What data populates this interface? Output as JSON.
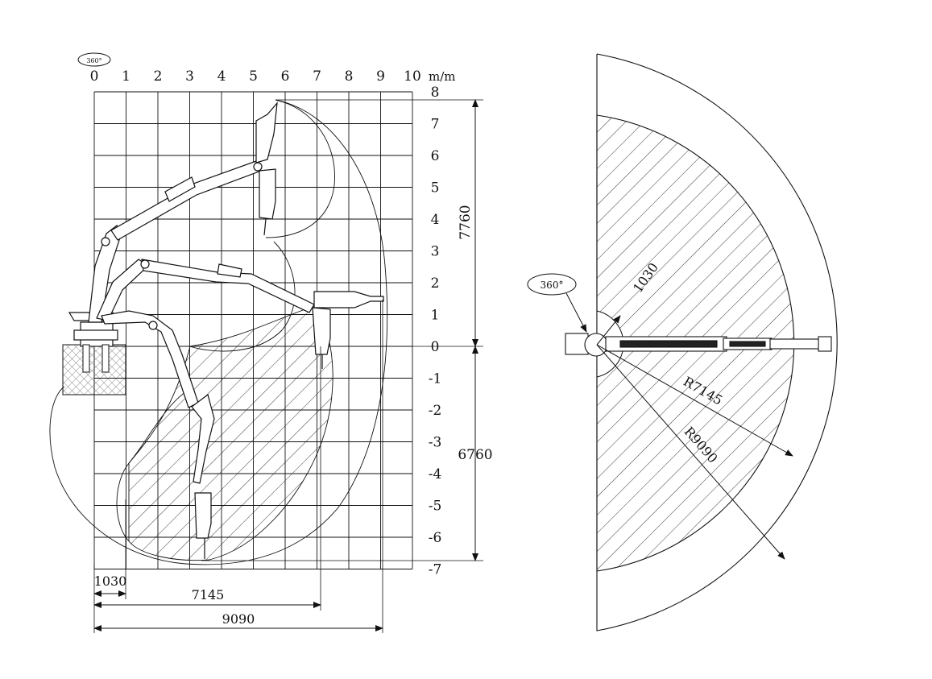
{
  "side_view": {
    "badge": "360°",
    "x_unit": "m/m",
    "x_ticks": [
      "0",
      "1",
      "2",
      "3",
      "4",
      "5",
      "6",
      "7",
      "8",
      "9",
      "10"
    ],
    "y_ticks": [
      "8",
      "7",
      "6",
      "5",
      "4",
      "3",
      "2",
      "1",
      "0",
      "-1",
      "-2",
      "-3",
      "-4",
      "-5",
      "-6",
      "-7"
    ],
    "dims": {
      "height_above": "7760",
      "depth_below": "6760",
      "min_reach": "1030",
      "mid_reach": "7145",
      "max_reach": "9090"
    }
  },
  "top_view": {
    "badge": "360°",
    "inner_radius": "1030",
    "mid_radius": "R7145",
    "outer_radius": "R9090"
  },
  "colors": {
    "ink": "#111111",
    "paper": "#ffffff"
  }
}
